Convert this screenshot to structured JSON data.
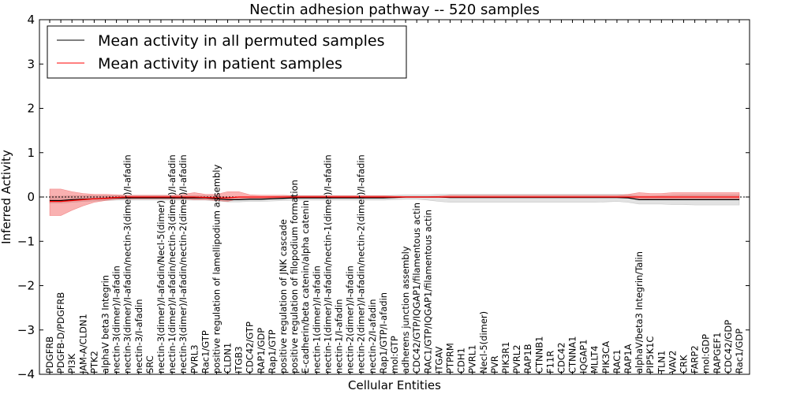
{
  "chart_data": {
    "type": "line",
    "title": "Nectin adhesion pathway -- 520 samples",
    "xlabel": "Cellular Entities",
    "ylabel": "Inferred Activity",
    "ylim": [
      -4,
      4
    ],
    "yticks": [
      "−4",
      "−3",
      "−2",
      "−1",
      "0",
      "1",
      "2",
      "3",
      "4"
    ],
    "grid": false,
    "legend_position": "top-left",
    "categories": [
      "PDGFRB",
      "PDGFB-D/PDGFRB",
      "PI3K",
      "JAM-A/CLDN1",
      "PTK2",
      "alphaV beta3 Integrin",
      "nectin-3(dimer)/I-afadin",
      "nectin-3(dimer)/I-afadin/nectin-3(dimer)/I-afadin",
      "nectin-3/I-afadin",
      "SRC",
      "nectin-3(dimer)/I-afadin/Necl-5(dimer)",
      "nectin-1(dimer)/I-afadin/nectin-3(dimer)/I-afadin",
      "nectin-3(dimer)/I-afadin/nectin-2(dimer)/I-afadin",
      "PVRL3",
      "Rac1/GTP",
      "positive regulation of lamellipodium assembly",
      "CLDN1",
      "ITGB3",
      "CDC42/GTP",
      "RAP1/GDP",
      "Rap1/GTP",
      "positive regulation of JNK cascade",
      "positive regulation of filopodium formation",
      "E-cadherin/beta catenin/alpha catenin",
      "nectin-1(dimer)/I-afadin",
      "nectin-1(dimer)/I-afadin/nectin-1(dimer)/I-afadin",
      "nectin-1/I-afadin",
      "nectin-2(dimer)/I-afadin",
      "nectin-2(dimer)/I-afadin/nectin-2(dimer)/I-afadin",
      "nectin-2/I-afadin",
      "Rap1/GTP/I-afadin",
      "mol:GTP",
      "adherens junction assembly",
      "CDC42/GTP/IQGAP1/filamentous actin",
      "RAC1/GTP/IQGAP1/filamentous actin",
      "ITGAV",
      "PTPRM",
      "CDH1",
      "PVRL1",
      "Necl-5(dimer)",
      "PVR",
      "PIK3R1",
      "PVRL2",
      "RAP1B",
      "CTNNB1",
      "F11R",
      "CDC42",
      "CTNNA1",
      "IQGAP1",
      "MLLT4",
      "PIK3CA",
      "RAC1",
      "RAP1A",
      "alphaV/beta3 Integrin/Talin",
      "PIP5K1C",
      "TLN1",
      "VAV2",
      "CRK",
      "FARP2",
      "mol:GDP",
      "RAPGEF1",
      "CDC42/GDP",
      "Rac1/GDP"
    ],
    "series": [
      {
        "name": "Mean activity in all permuted samples",
        "color": "#000000",
        "values": [
          -0.08,
          -0.08,
          -0.06,
          -0.05,
          -0.04,
          -0.03,
          -0.02,
          -0.02,
          -0.02,
          -0.02,
          -0.02,
          -0.02,
          -0.02,
          -0.02,
          -0.02,
          -0.04,
          -0.06,
          -0.06,
          -0.05,
          -0.05,
          -0.04,
          -0.03,
          -0.02,
          -0.02,
          -0.02,
          -0.02,
          -0.02,
          -0.02,
          -0.02,
          -0.02,
          -0.02,
          -0.01,
          0.0,
          0.0,
          0.0,
          0.0,
          -0.01,
          -0.01,
          -0.01,
          -0.01,
          -0.01,
          -0.01,
          -0.01,
          -0.01,
          -0.01,
          -0.01,
          -0.01,
          -0.01,
          -0.01,
          -0.01,
          -0.01,
          -0.01,
          -0.02,
          -0.06,
          -0.06,
          -0.06,
          -0.06,
          -0.06,
          -0.06,
          -0.06,
          -0.06,
          -0.06,
          -0.06
        ],
        "band_lower": [
          -0.14,
          -0.14,
          -0.12,
          -0.1,
          -0.09,
          -0.08,
          -0.07,
          -0.07,
          -0.07,
          -0.07,
          -0.07,
          -0.07,
          -0.07,
          -0.07,
          -0.07,
          -0.09,
          -0.11,
          -0.11,
          -0.1,
          -0.1,
          -0.09,
          -0.08,
          -0.07,
          -0.07,
          -0.07,
          -0.07,
          -0.07,
          -0.07,
          -0.07,
          -0.07,
          -0.07,
          -0.06,
          -0.05,
          -0.05,
          -0.07,
          -0.1,
          -0.12,
          -0.12,
          -0.12,
          -0.12,
          -0.12,
          -0.12,
          -0.12,
          -0.12,
          -0.12,
          -0.12,
          -0.12,
          -0.12,
          -0.12,
          -0.12,
          -0.11,
          -0.1,
          -0.12,
          -0.16,
          -0.16,
          -0.16,
          -0.17,
          -0.17,
          -0.18,
          -0.18,
          -0.18,
          -0.18,
          -0.18
        ],
        "band_upper": [
          0.02,
          0.02,
          0.03,
          0.03,
          0.03,
          0.03,
          0.03,
          0.03,
          0.03,
          0.03,
          0.03,
          0.03,
          0.03,
          0.03,
          0.03,
          0.02,
          0.0,
          0.0,
          0.0,
          0.0,
          0.01,
          0.02,
          0.03,
          0.03,
          0.03,
          0.03,
          0.03,
          0.03,
          0.03,
          0.03,
          0.03,
          0.04,
          0.05,
          0.05,
          0.05,
          0.06,
          0.06,
          0.06,
          0.06,
          0.06,
          0.06,
          0.06,
          0.06,
          0.06,
          0.06,
          0.06,
          0.06,
          0.06,
          0.06,
          0.06,
          0.06,
          0.06,
          0.05,
          0.02,
          0.02,
          0.03,
          0.04,
          0.05,
          0.05,
          0.05,
          0.05,
          0.05,
          0.05
        ]
      },
      {
        "name": "Mean activity in patient samples",
        "color": "#ff0000",
        "values": [
          -0.1,
          -0.1,
          -0.08,
          -0.06,
          -0.04,
          -0.03,
          -0.01,
          0.0,
          0.0,
          0.0,
          0.0,
          0.0,
          0.0,
          0.0,
          -0.01,
          -0.02,
          -0.02,
          0.0,
          0.0,
          0.0,
          0.0,
          0.0,
          0.0,
          0.0,
          0.0,
          0.0,
          0.0,
          0.0,
          0.0,
          0.0,
          0.0,
          0.0,
          0.0,
          0.0,
          0.0,
          0.0,
          0.0,
          0.0,
          0.0,
          0.0,
          0.0,
          0.0,
          0.0,
          0.0,
          0.0,
          0.0,
          0.0,
          0.0,
          0.0,
          0.0,
          0.0,
          0.0,
          0.0,
          0.0,
          0.0,
          0.0,
          0.0,
          0.0,
          0.0,
          0.0,
          0.0,
          0.0,
          0.0
        ],
        "band_lower": [
          -0.42,
          -0.42,
          -0.3,
          -0.2,
          -0.12,
          -0.08,
          -0.05,
          -0.04,
          -0.04,
          -0.04,
          -0.04,
          -0.04,
          -0.04,
          -0.06,
          -0.06,
          -0.08,
          -0.1,
          -0.04,
          -0.03,
          -0.03,
          -0.03,
          -0.03,
          -0.02,
          -0.02,
          -0.02,
          -0.02,
          -0.02,
          -0.02,
          -0.02,
          -0.02,
          -0.02,
          -0.02,
          -0.01,
          -0.01,
          -0.01,
          -0.01,
          -0.01,
          -0.01,
          -0.01,
          -0.01,
          -0.01,
          -0.01,
          -0.01,
          -0.01,
          -0.01,
          -0.01,
          -0.01,
          -0.01,
          -0.01,
          -0.01,
          -0.01,
          -0.01,
          -0.01,
          -0.04,
          -0.05,
          -0.05,
          -0.05,
          -0.06,
          -0.06,
          -0.06,
          -0.06,
          -0.06,
          -0.06
        ],
        "band_upper": [
          0.18,
          0.18,
          0.12,
          0.08,
          0.06,
          0.06,
          0.05,
          0.04,
          0.04,
          0.04,
          0.04,
          0.04,
          0.06,
          0.1,
          0.06,
          0.06,
          0.12,
          0.12,
          0.05,
          0.04,
          0.04,
          0.04,
          0.03,
          0.03,
          0.03,
          0.03,
          0.03,
          0.03,
          0.03,
          0.03,
          0.03,
          0.02,
          0.01,
          0.01,
          0.01,
          0.02,
          0.04,
          0.04,
          0.04,
          0.04,
          0.04,
          0.04,
          0.04,
          0.04,
          0.04,
          0.04,
          0.04,
          0.04,
          0.04,
          0.04,
          0.04,
          0.04,
          0.06,
          0.1,
          0.08,
          0.08,
          0.1,
          0.1,
          0.1,
          0.1,
          0.1,
          0.1,
          0.1
        ]
      }
    ]
  }
}
